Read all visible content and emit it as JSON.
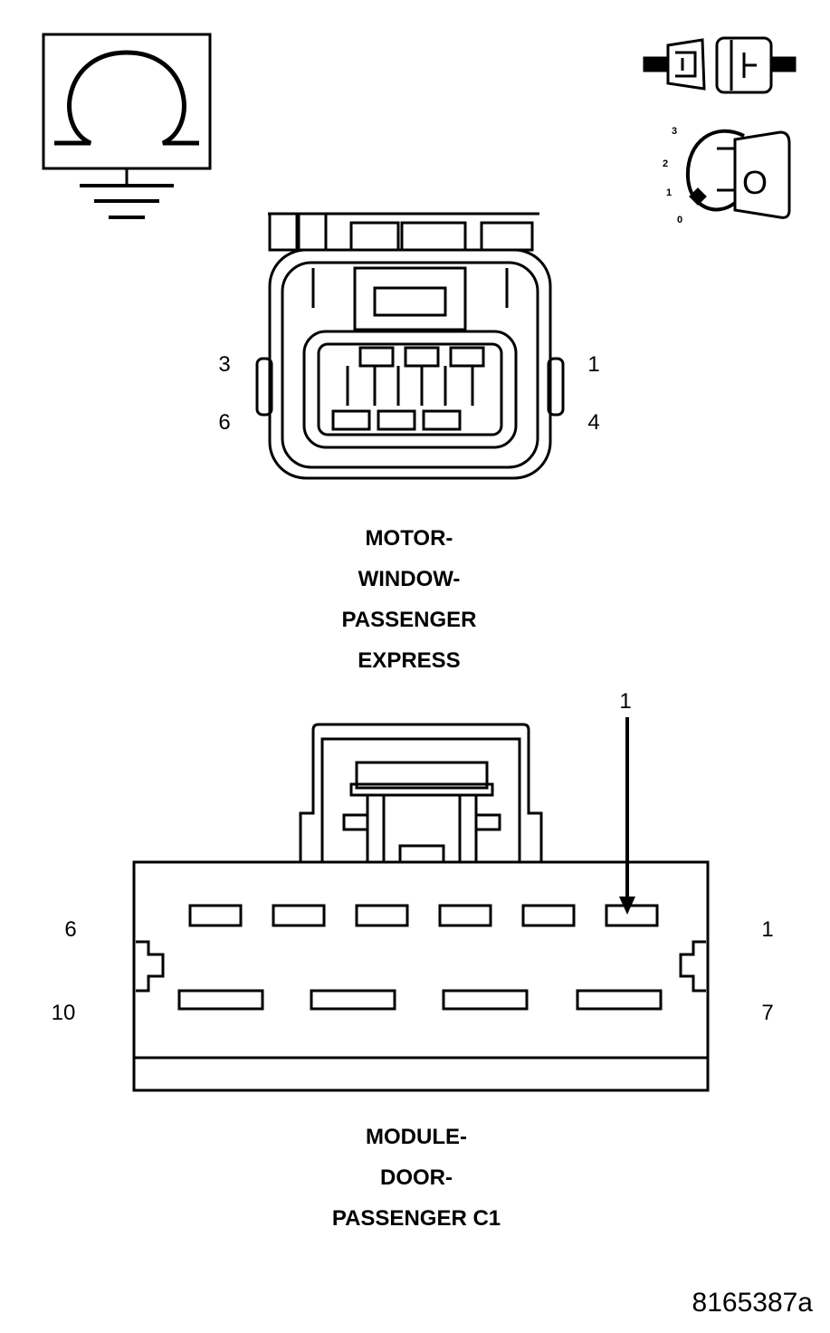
{
  "icons": {
    "ohmmeter": "ohmmeter-ground-icon",
    "disconnect": "connector-disconnected-icon",
    "ignition": "ignition-key-off-icon"
  },
  "ignition_positions": [
    "3",
    "2",
    "1",
    "0"
  ],
  "ignition_key_text": "O",
  "connector_top": {
    "name_lines": [
      "MOTOR-",
      "WINDOW-",
      "PASSENGER",
      "EXPRESS"
    ],
    "pin_labels": {
      "top_left": "3",
      "top_right": "1",
      "bottom_left": "6",
      "bottom_right": "4"
    }
  },
  "connector_bottom": {
    "name_lines": [
      "MODULE-",
      "DOOR-",
      "PASSENGER C1"
    ],
    "pin_labels": {
      "top_left": "6",
      "top_right": "1",
      "bottom_left": "10",
      "bottom_right": "7"
    },
    "pointer_label": "1"
  },
  "figure_id": "8165387a"
}
